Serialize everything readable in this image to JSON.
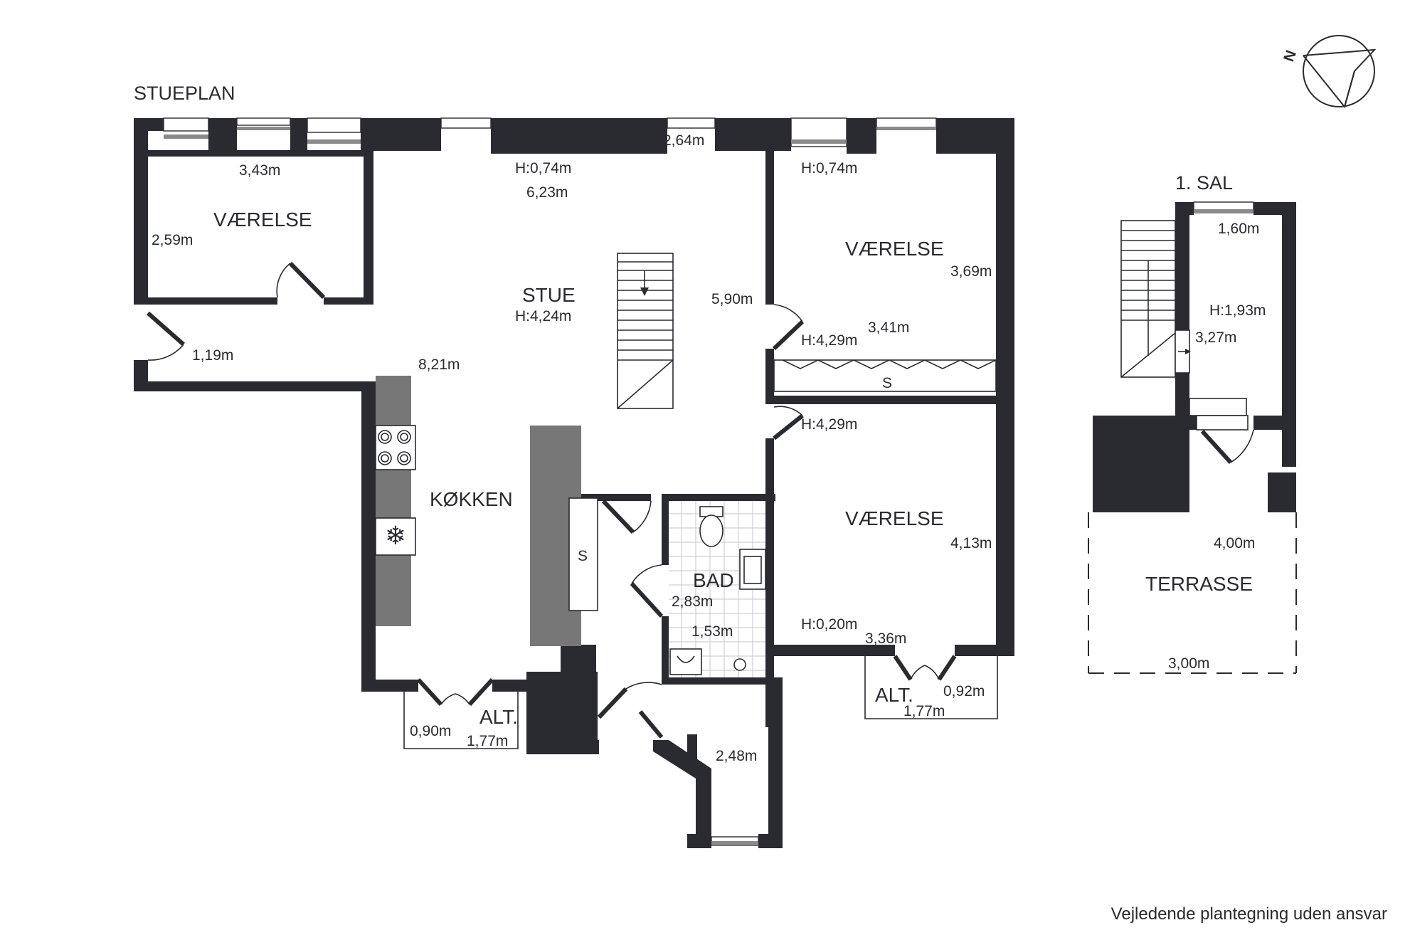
{
  "plan": {
    "floor_ground_title": "STUEPLAN",
    "floor_upper_title": "1. SAL",
    "disclaimer": "Vejledende plantegning uden ansvar",
    "compass_letter": "N"
  },
  "rooms": {
    "vaerelse_nw": {
      "name": "VÆRELSE",
      "dim_width": "3,43m",
      "dim_depth": "2,59m"
    },
    "stue": {
      "name": "STUE",
      "height": "H:4,24m",
      "win_height": "H:0,74m",
      "dim_width": "6,23m",
      "dim_window": "2,64m",
      "dim_depth": "5,90m",
      "dim_length": "8,21m",
      "dim_hall": "1,19m"
    },
    "vaerelse_ne": {
      "name": "VÆRELSE",
      "win_height": "H:0,74m",
      "dim_depth": "3,69m",
      "height": "H:4,29m",
      "dim_width": "3,41m",
      "closet": "S"
    },
    "vaerelse_se": {
      "name": "VÆRELSE",
      "height": "H:4,29m",
      "dim_depth": "4,13m",
      "sill_height": "H:0,20m",
      "dim_width": "3,36m"
    },
    "kokken": {
      "name": "KØKKEN",
      "closet": "S"
    },
    "bad": {
      "name": "BAD",
      "dim_a": "2,83m",
      "dim_b": "1,53m"
    },
    "entre": {
      "dim": "2,48m"
    },
    "balcony_w": {
      "label": "ALT.",
      "dim_door": "0,90m",
      "dim_width": "1,77m"
    },
    "balcony_e": {
      "label": "ALT.",
      "dim_door": "0,92m",
      "dim_width": "1,77m"
    },
    "upper_room": {
      "dim_width": "1,60m",
      "height": "H:1,93m",
      "dim_depth": "3,27m"
    },
    "terrasse": {
      "name": "TERRASSE",
      "dim_depth": "4,00m",
      "dim_width": "3,00m"
    }
  },
  "colors": {
    "wall": "#2a2b31",
    "counter": "#777777",
    "window_glass": "#8a8a8a",
    "background": "#ffffff"
  }
}
